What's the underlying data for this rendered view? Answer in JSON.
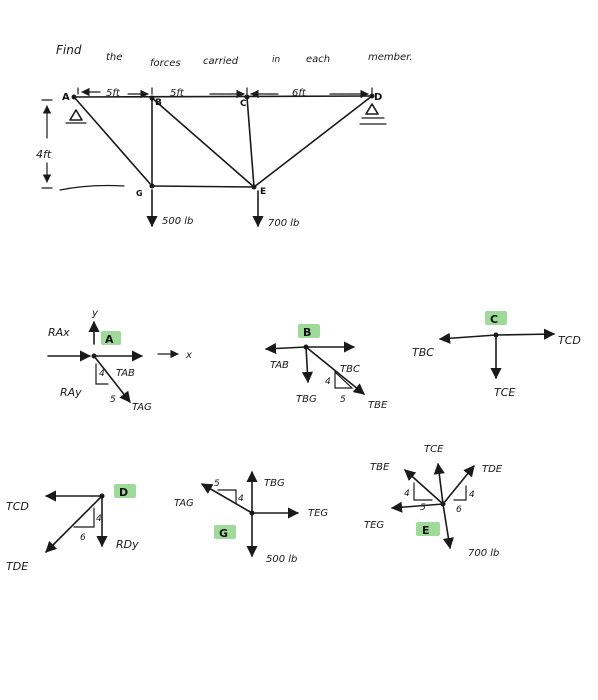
{
  "problem": {
    "w1": "Find",
    "w2": "the",
    "w3": "forces",
    "w4": "carried",
    "w5": "in",
    "w6": "each",
    "w7": "member."
  },
  "truss": {
    "node_A": "A",
    "node_B": "B",
    "node_C": "C",
    "node_D": "D",
    "node_G": "G",
    "node_E": "E",
    "dim_AB": "5ft",
    "dim_BC": "5ft",
    "dim_CD": "6ft",
    "dim_height": "4ft",
    "load_G": "500 lb",
    "load_E": "700 lb"
  },
  "fbd_A": {
    "title": "A",
    "axis_y": "y",
    "axis_x": "x",
    "r_ax": "RAx",
    "r_ay": "RAy",
    "t_ab": "TAB",
    "t_ag": "TAG",
    "tri_v": "4",
    "tri_h": "5"
  },
  "fbd_B": {
    "title": "B",
    "t_ab": "TAB",
    "t_bc": "TBC",
    "t_bg": "TBG",
    "t_be": "TBE",
    "tri_v": "4",
    "tri_h": "5"
  },
  "fbd_C": {
    "title": "C",
    "t_bc": "TBC",
    "t_cd": "TCD",
    "t_ce": "TCE"
  },
  "fbd_D": {
    "title": "D",
    "t_cd": "TCD",
    "t_de": "TDE",
    "r_dy": "RDy",
    "tri_v": "4",
    "tri_h": "6"
  },
  "fbd_G": {
    "title": "G",
    "t_ag": "TAG",
    "t_bg": "TBG",
    "t_eg": "TEG",
    "load": "500 lb",
    "tri_v": "4",
    "tri_h": "5"
  },
  "fbd_E": {
    "title": "E",
    "t_be": "TBE",
    "t_ce": "TCE",
    "t_de": "TDE",
    "t_eg": "TEG",
    "load": "700 lb",
    "tri_left_v": "4",
    "tri_left_h": "5",
    "tri_right_v": "4",
    "tri_right_h": "6"
  },
  "colors": {
    "ink": "#1a1a1a",
    "highlight": "#8fd48a"
  }
}
